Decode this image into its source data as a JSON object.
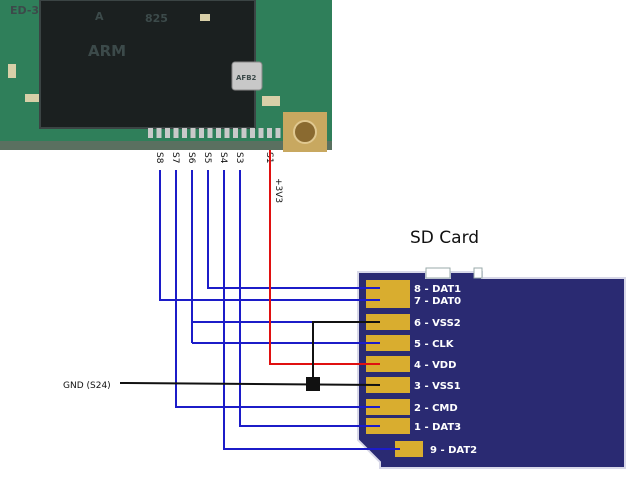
{
  "title": "SD Card",
  "gnd_label": "GND (S24)",
  "power_label": "+3V3",
  "chip": {
    "logo": "ARM",
    "text_fragments": [
      "ED-3",
      "825",
      "A"
    ],
    "crystal_text": "AFB2",
    "signals": [
      "S8",
      "S7",
      "S6",
      "S5",
      "S4",
      "S3",
      "S1"
    ]
  },
  "pins": [
    {
      "num": 8,
      "label": "8 - DAT1"
    },
    {
      "num": 7,
      "label": "7 - DAT0"
    },
    {
      "num": 6,
      "label": "6 - VSS2"
    },
    {
      "num": 5,
      "label": "5 - CLK"
    },
    {
      "num": 4,
      "label": "4 - VDD"
    },
    {
      "num": 3,
      "label": "3 - VSS1"
    },
    {
      "num": 2,
      "label": "2 - CMD"
    },
    {
      "num": 1,
      "label": "1 - DAT3"
    },
    {
      "num": 9,
      "label": "9 - DAT2"
    }
  ],
  "colors": {
    "signal_wire": "#1c1cc8",
    "power_wire": "#e01010",
    "ground_wire": "#111111",
    "pcb": "#2f7f5a",
    "card_body": "#2a2a72",
    "card_contact": "#d9ad2f"
  }
}
